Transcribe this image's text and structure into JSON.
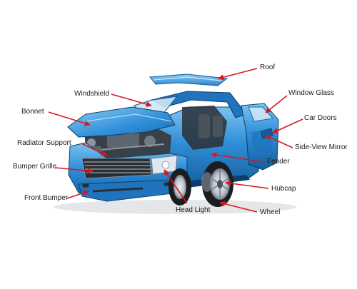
{
  "colors": {
    "leader": "#d8171f",
    "body_main": "#2f8fd8",
    "body_dark": "#155d9a",
    "body_light": "#7cc3f2",
    "body_shadow": "#0d3e6b",
    "engine": "#3a4048",
    "engine_light": "#8a96a3",
    "tire": "#1b1d20",
    "rim": "#b9c2cb",
    "glass": "#cfe6f5"
  },
  "labels": {
    "roof": "Roof",
    "windshield": "Windshield",
    "window_glass": "Window Glass",
    "bonnet": "Bonnet",
    "car_doors": "Car Doors",
    "radiator_support": "Radiator Support",
    "side_view_mirror": "Side-View Mirror",
    "bumper_grille": "Bumper Grille",
    "fender": "Fender",
    "hubcap": "Hubcap",
    "front_bumper": "Front Bumper",
    "head_light": "Head Light",
    "wheel": "Wheel"
  }
}
